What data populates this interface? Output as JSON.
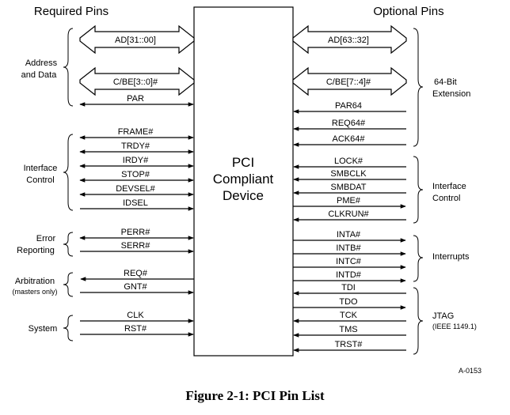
{
  "headers": {
    "required": "Required Pins",
    "optional": "Optional Pins"
  },
  "device": {
    "line1": "PCI",
    "line2": "Compliant",
    "line3": "Device"
  },
  "groups": {
    "address_data": {
      "line1": "Address",
      "line2": "and Data"
    },
    "interface_control_left": {
      "line1": "Interface",
      "line2": "Control"
    },
    "error_reporting": {
      "line1": "Error",
      "line2": "Reporting"
    },
    "arbitration": {
      "line1": "Arbitration",
      "line2": "(masters only)"
    },
    "system": {
      "line1": "System"
    },
    "ext64": {
      "line1": "64-Bit",
      "line2": "Extension"
    },
    "interface_control_right": {
      "line1": "Interface",
      "line2": "Control"
    },
    "interrupts": {
      "line1": "Interrupts"
    },
    "jtag": {
      "line1": "JTAG",
      "line2": "(IEEE 1149.1)"
    }
  },
  "pins_left": {
    "ad": "AD[31::00]",
    "cbe": "C/BE[3::0]#",
    "par": "PAR",
    "frame": "FRAME#",
    "trdy": "TRDY#",
    "irdy": "IRDY#",
    "stop": "STOP#",
    "devsel": "DEVSEL#",
    "idsel": "IDSEL",
    "perr": "PERR#",
    "serr": "SERR#",
    "req": "REQ#",
    "gnt": "GNT#",
    "clk": "CLK",
    "rst": "RST#"
  },
  "pins_right": {
    "ad": "AD[63::32]",
    "cbe": "C/BE[7::4]#",
    "par64": "PAR64",
    "req64": "REQ64#",
    "ack64": "ACK64#",
    "lock": "LOCK#",
    "smbclk": "SMBCLK",
    "smbdat": "SMBDAT",
    "pme": "PME#",
    "clkrun": "CLKRUN#",
    "inta": "INTA#",
    "intb": "INTB#",
    "intc": "INTC#",
    "intd": "INTD#",
    "tdi": "TDI",
    "tdo": "TDO",
    "tck": "TCK",
    "tms": "TMS",
    "trst": "TRST#"
  },
  "figure_id": "A-0153",
  "caption": "Figure 2-1:  PCI Pin List"
}
